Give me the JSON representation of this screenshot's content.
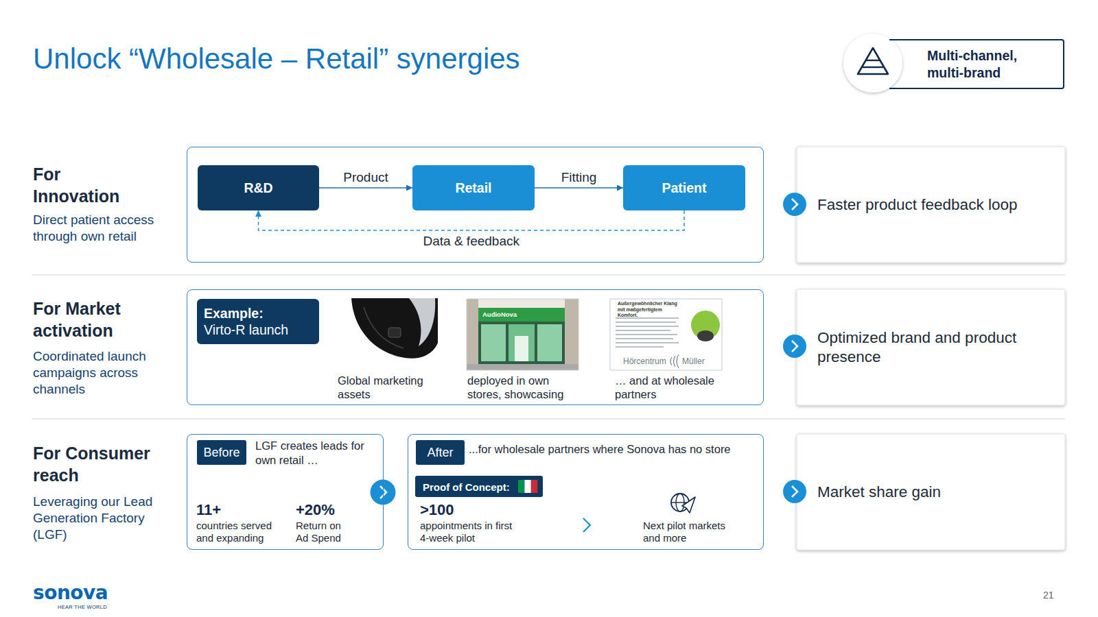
{
  "diagram": {
    "title": "Unlock “Wholesale – Retail” synergies",
    "nodes": [
      {
        "text": [
          "Multi-channel, multi-brand"
        ]
      },
      {
        "text": []
      },
      {
        "text": [
          "R&D"
        ],
        "in": 1
      },
      {
        "text": [
          "Retail"
        ],
        "in": 1
      },
      {
        "text": [
          "Patient"
        ],
        "in": 1
      },
      {
        "text": [
          "Faster product feedback loop"
        ]
      },
      {
        "text": [
          "Global marketing assets",
          "deployed in own stores, showcasing",
          "… and at wholesale partners"
        ]
      },
      {
        "text": [
          "Example:",
          "Virto-R launch"
        ],
        "in": 6
      },
      {
        "text": [
          "Optimized brand and product presence"
        ]
      },
      {
        "text": [
          "LGF creates leads for own retail …",
          "11+",
          "countries served and expanding",
          "+20%",
          "Return on Ad Spend"
        ]
      },
      {
        "text": [
          "Before"
        ],
        "in": 9
      },
      {
        "text": [
          "...for wholesale partners where Sonova has no store",
          ">100",
          "appointments in first 4-week pilot",
          "Next pilot markets and more"
        ]
      },
      {
        "text": [
          "After"
        ],
        "in": 11
      },
      {
        "text": [
          "Proof of Concept:"
        ],
        "in": 11
      },
      {
        "text": [
          "Market share gain"
        ]
      }
    ],
    "edges": [
      {
        "from": 2,
        "to": 3,
        "label": "Product",
        "arrow": "to"
      },
      {
        "from": 3,
        "to": 4,
        "label": "Fitting",
        "arrow": "to"
      },
      {
        "from": 4,
        "to": 2,
        "label": "Data & feedback",
        "arrow": "to"
      }
    ],
    "labels": [
      "For Innovation",
      "Direct patient access through own retail",
      "For Market activation",
      "Coordinated launch campaigns across channels",
      "For Consumer reach",
      "Leveraging our Lead Generation Factory (LGF)",
      "AudioNova",
      "Außergewöhnlicher Klang mit maßgefertigtem Komfort.",
      "Hörcentrum",
      "Müller",
      "sonova",
      "HEAR THE WORLD",
      "21"
    ]
  }
}
